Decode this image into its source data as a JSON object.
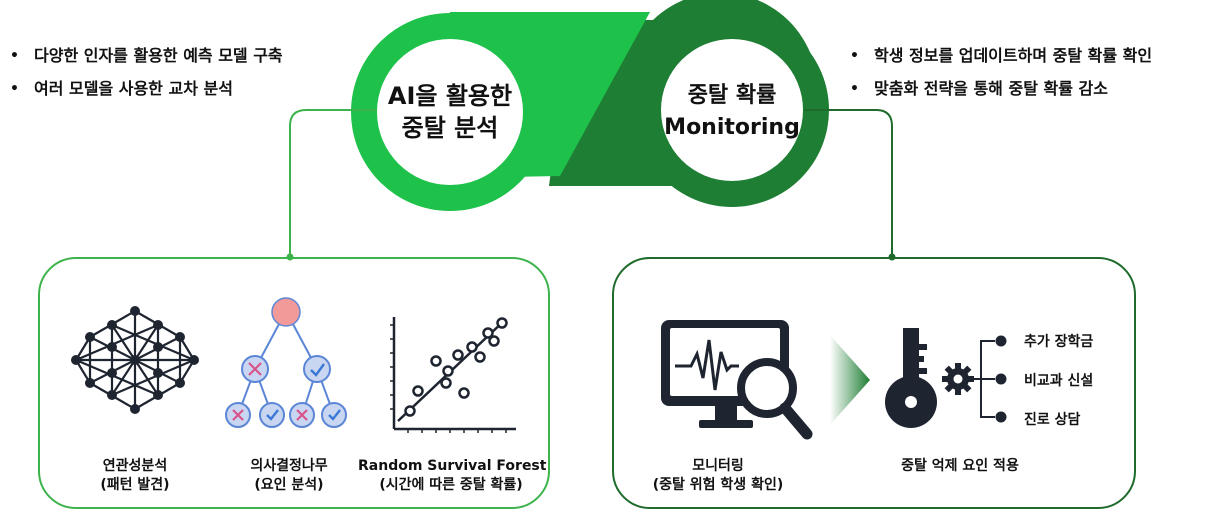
{
  "left_bullets": [
    "다양한 인자를 활용한 예측 모델 구축",
    "여러 모델을 사용한 교차 분석"
  ],
  "right_bullets": [
    "학생 정보를 업데이트하며 중탈 확률 확인",
    "맞춤화 전략을 통해 중탈 확률 감소"
  ],
  "center": {
    "left_circle": {
      "line1": "AI을 활용한",
      "line2": "중탈 분석"
    },
    "right_circle": {
      "line1": "중탈 확률",
      "line2": "Monitoring"
    }
  },
  "left_panel": {
    "items": [
      {
        "line1": "연관성분석",
        "line2": "(패턴 발견)",
        "icon": "neural-network-icon"
      },
      {
        "line1": "의사결정나무",
        "line2": "(요인 분석)",
        "icon": "decision-tree-icon"
      },
      {
        "line1": "Random Survival Forest",
        "line2": "(시간에 따른 중탈 확률)",
        "icon": "scatter-plot-icon"
      }
    ]
  },
  "right_panel": {
    "monitor": {
      "line1": "모니터링",
      "line2": "(중탈 위험 학생 확인)",
      "icon": "monitor-search-icon"
    },
    "strategy": {
      "label": "중탈 억제 요인 적용",
      "icon": "key-gear-icon"
    },
    "options": [
      "추가 장학금",
      "비교과 신설",
      "진로 상담"
    ]
  },
  "colors": {
    "light_green": "#1ec24b",
    "dark_green": "#1e7e34",
    "panel_border_left": "#3cb44b",
    "panel_border_right": "#1e6b2c",
    "dark": "#1e2530"
  }
}
